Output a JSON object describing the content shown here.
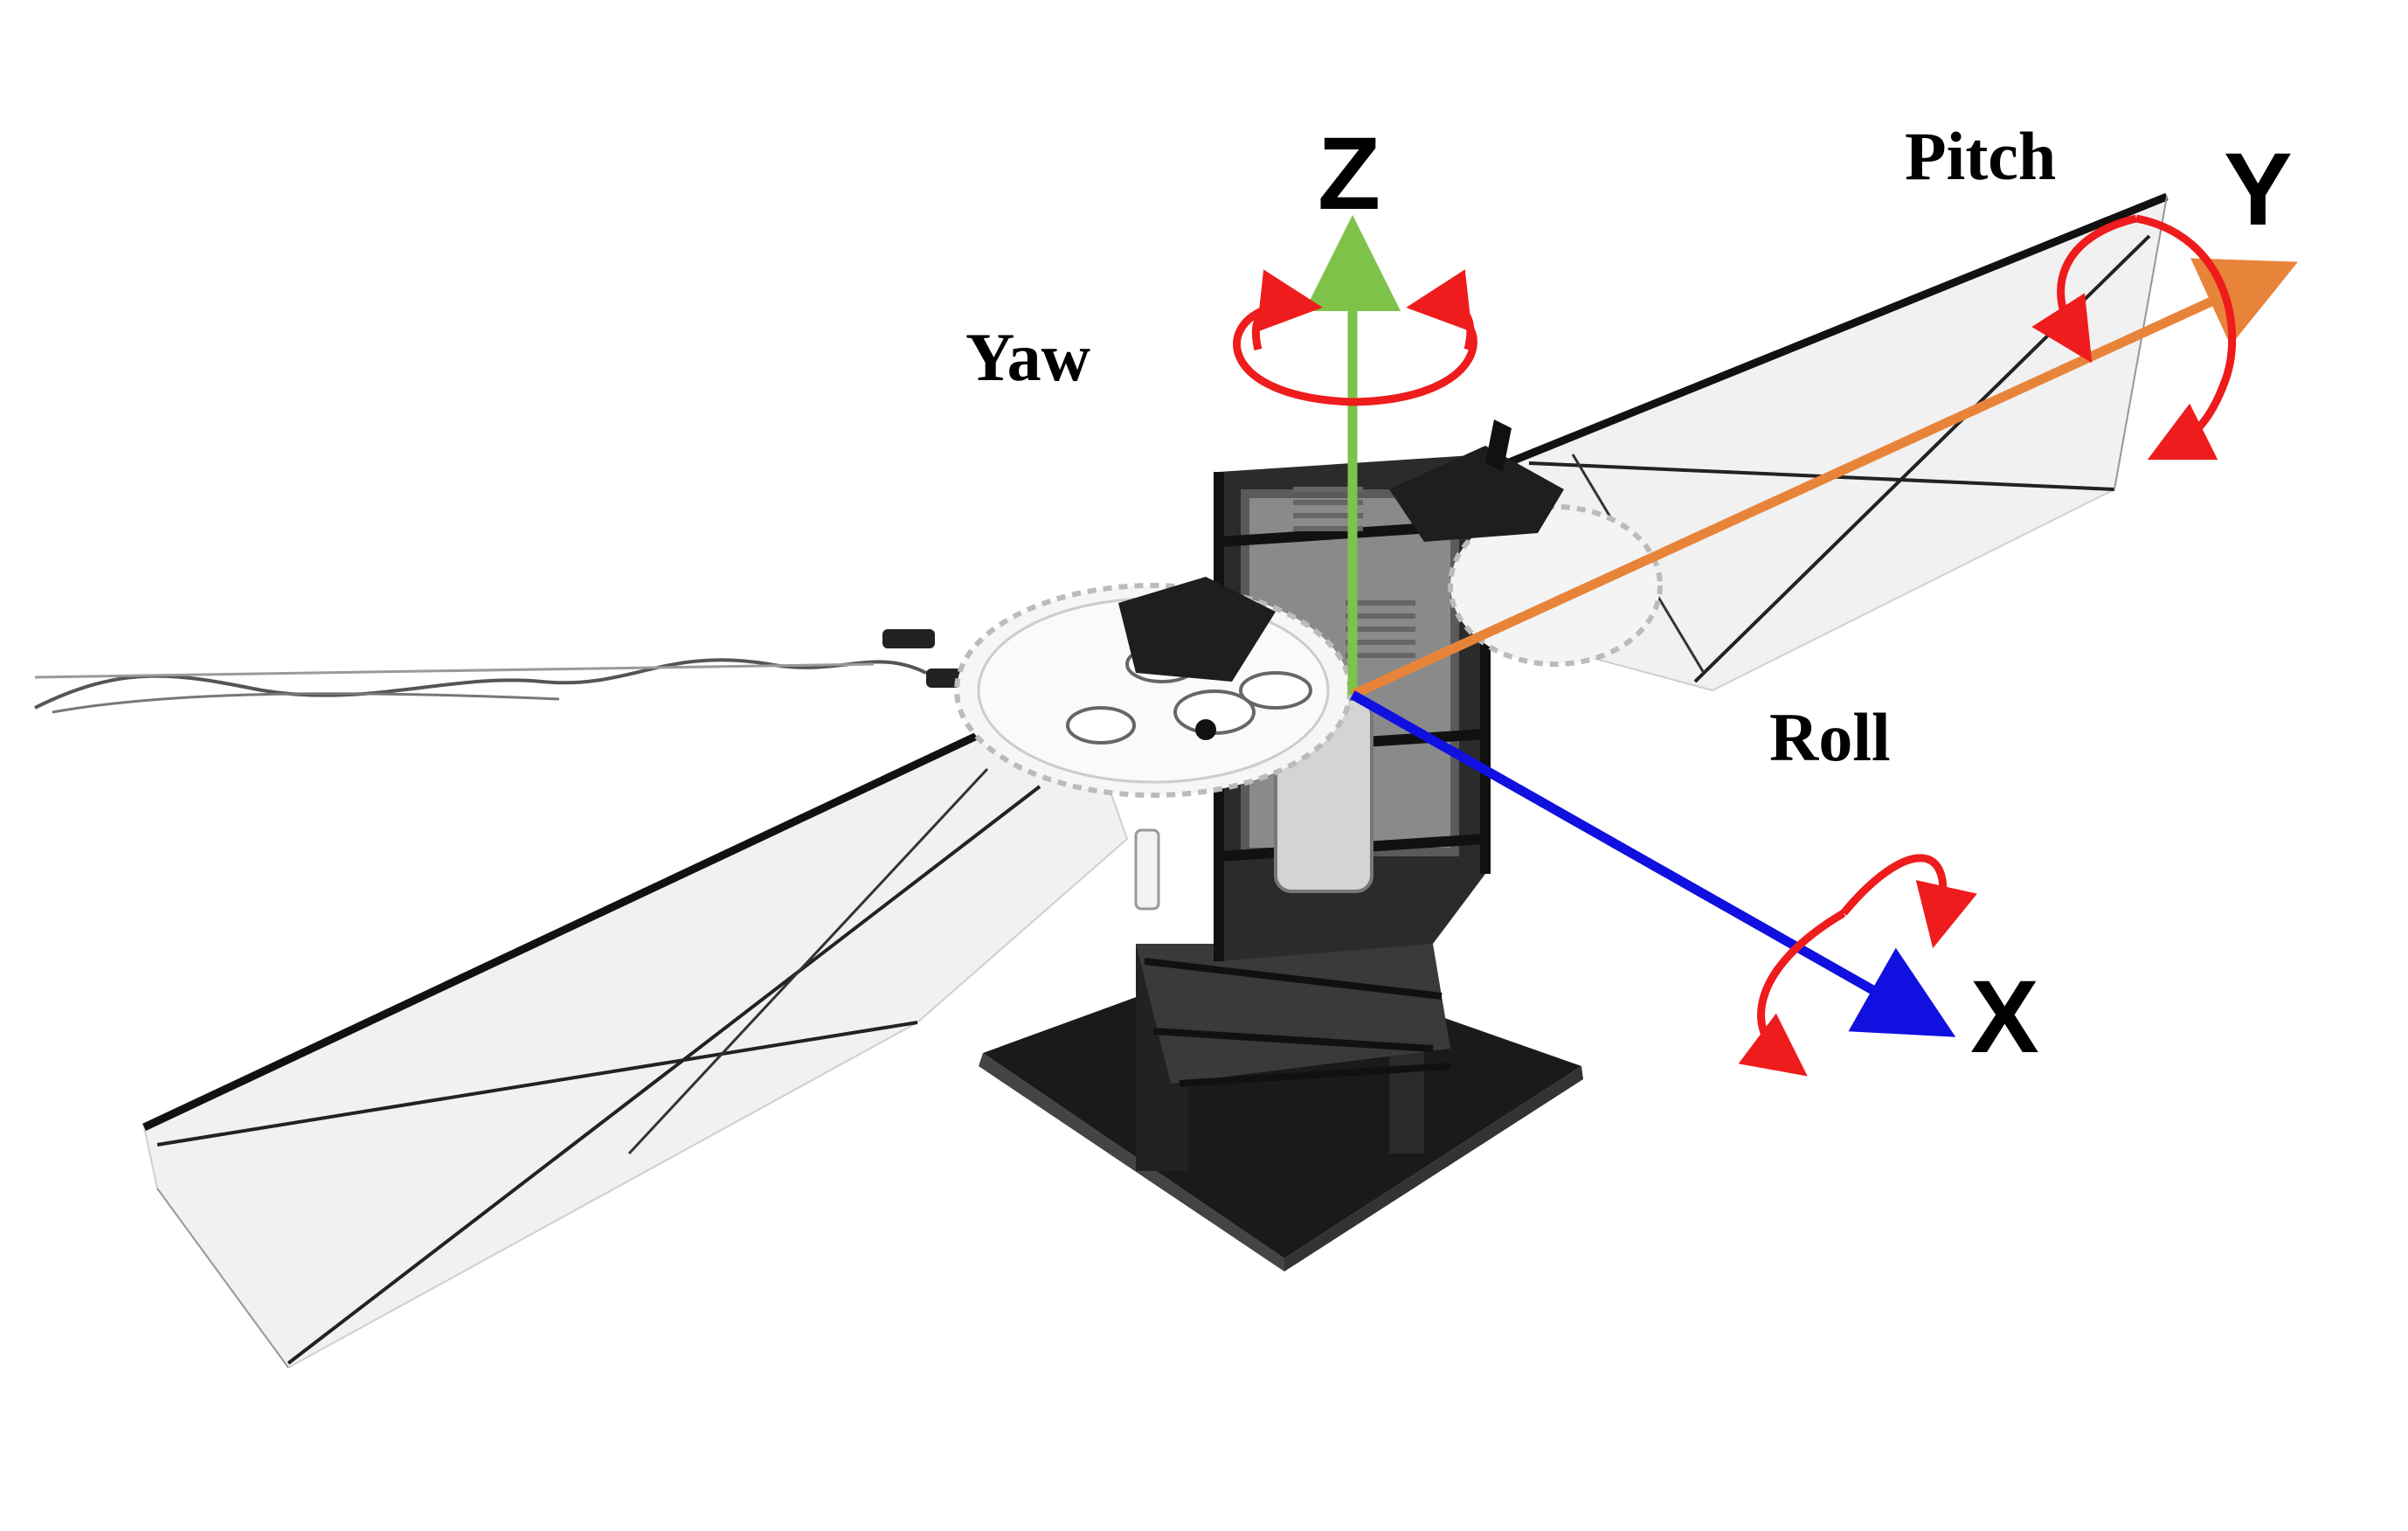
{
  "axes": {
    "z": {
      "label": "Z",
      "color": "#7ec24a"
    },
    "y": {
      "label": "Y",
      "color": "#e8843a"
    },
    "x": {
      "label": "X",
      "color": "#1010e0"
    }
  },
  "rotations": {
    "yaw": {
      "label": "Yaw",
      "color": "#ee1c1c"
    },
    "pitch": {
      "label": "Pitch",
      "color": "#ee1c1c"
    },
    "roll": {
      "label": "Roll",
      "color": "#ee1c1c"
    }
  },
  "photo": {
    "subject": "flapping-wing-robot",
    "rendering": "grayscale"
  }
}
